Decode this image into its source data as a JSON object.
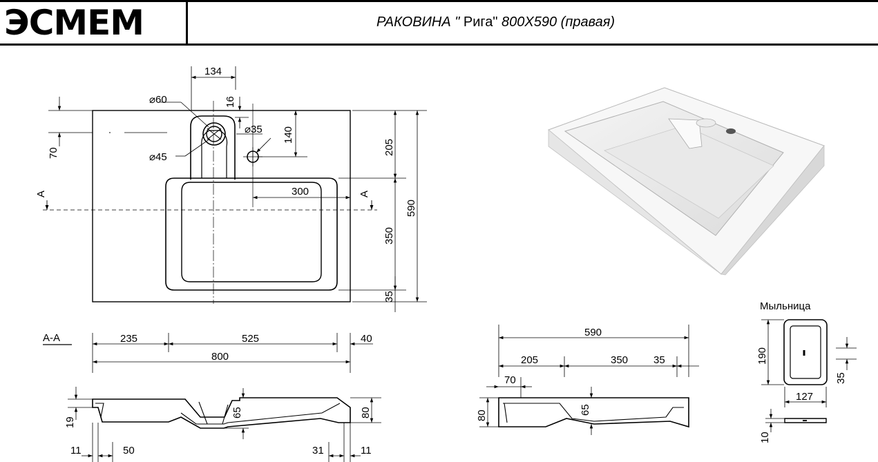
{
  "header": {
    "logo": "ЭСМЕМ",
    "title_prefix": "РАКОВИНА \"",
    "title_name": " Рига\"",
    "title_suffix": " 800Х590 (правая)"
  },
  "plan_view": {
    "dims": {
      "d134": "134",
      "d16": "16",
      "d140": "140",
      "d70": "70",
      "d300": "300",
      "d205": "205",
      "d590": "590",
      "d350": "350",
      "d35": "35"
    },
    "diameters": {
      "dia60": "⌀60",
      "dia35": "⌀35",
      "dia45": "⌀45"
    },
    "section_marker": "A"
  },
  "section_aa": {
    "label": "A-A",
    "dims": {
      "d235": "235",
      "d525": "525",
      "d40": "40",
      "d800": "800",
      "d19": "19",
      "d65": "65",
      "d80": "80",
      "d11a": "11",
      "d50": "50",
      "d31": "31",
      "d11b": "11"
    }
  },
  "side_view": {
    "dims": {
      "d590": "590",
      "d205": "205",
      "d350": "350",
      "d35": "35",
      "d70": "70",
      "d80": "80",
      "d65": "65"
    }
  },
  "soap_dish": {
    "title": "Мыльница",
    "dims": {
      "d190": "190",
      "d35": "35",
      "d127": "127",
      "d10": "10"
    }
  }
}
